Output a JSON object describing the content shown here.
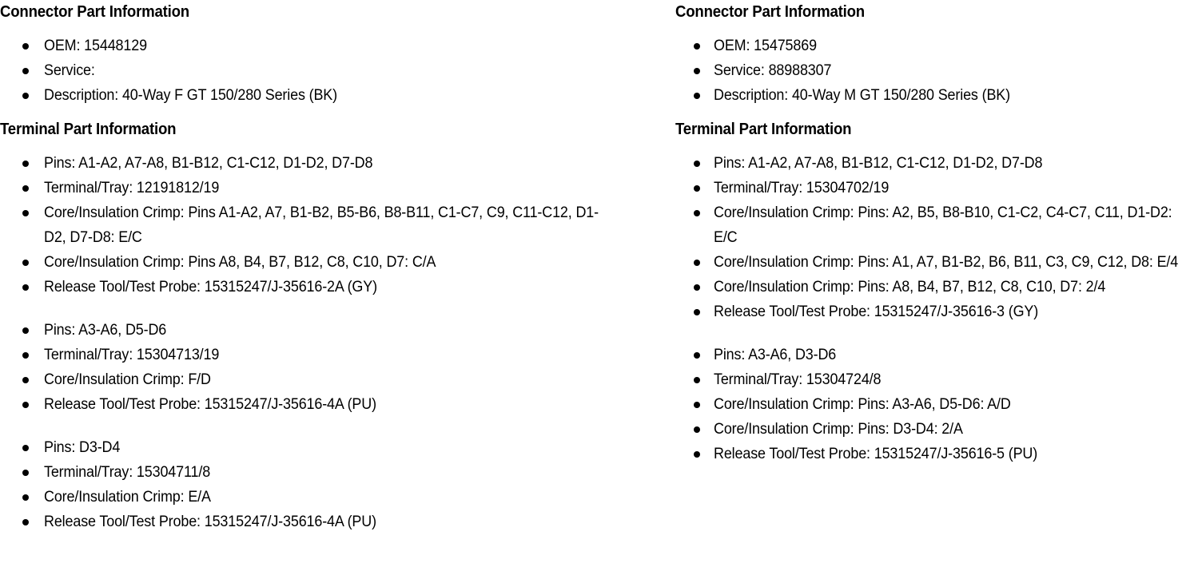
{
  "columns": [
    {
      "id": "left",
      "connector_heading": "Connector Part Information",
      "connector_items": [
        "OEM: 15448129",
        "Service:",
        "Description: 40-Way F GT 150/280 Series (BK)"
      ],
      "terminal_heading": "Terminal Part Information",
      "terminal_groups": [
        {
          "items": [
            "Pins: A1-A2, A7-A8, B1-B12, C1-C12, D1-D2, D7-D8",
            "Terminal/Tray: 12191812/19",
            "Core/Insulation Crimp: Pins A1-A2, A7, B1-B2, B5-B6, B8-B11, C1-C7, C9, C11-C12, D1-D2, D7-D8: E/C",
            "Core/Insulation Crimp: Pins A8, B4, B7, B12, C8, C10, D7: C/A",
            "Release Tool/Test Probe: 15315247/J-35616-2A (GY)"
          ]
        },
        {
          "items": [
            "Pins: A3-A6, D5-D6",
            "Terminal/Tray: 15304713/19",
            "Core/Insulation Crimp: F/D",
            "Release Tool/Test Probe: 15315247/J-35616-4A (PU)"
          ]
        },
        {
          "items": [
            "Pins: D3-D4",
            "Terminal/Tray: 15304711/8",
            "Core/Insulation Crimp: E/A",
            "Release Tool/Test Probe: 15315247/J-35616-4A (PU)"
          ]
        }
      ]
    },
    {
      "id": "right",
      "connector_heading": "Connector Part Information",
      "connector_items": [
        "OEM: 15475869",
        "Service: 88988307",
        "Description: 40-Way M GT 150/280 Series (BK)"
      ],
      "terminal_heading": "Terminal Part Information",
      "terminal_groups": [
        {
          "items": [
            "Pins: A1-A2, A7-A8, B1-B12, C1-C12, D1-D2, D7-D8",
            "Terminal/Tray: 15304702/19",
            "Core/Insulation Crimp: Pins: A2, B5, B8-B10, C1-C2, C4-C7, C11, D1-D2: E/C",
            "Core/Insulation Crimp: Pins: A1, A7, B1-B2, B6, B11, C3, C9, C12, D8: E/4",
            "Core/Insulation Crimp: Pins: A8, B4, B7, B12, C8, C10, D7: 2/4",
            "Release Tool/Test Probe: 15315247/J-35616-3 (GY)"
          ]
        },
        {
          "items": [
            "Pins: A3-A6, D3-D6",
            "Terminal/Tray: 15304724/8",
            "Core/Insulation Crimp: Pins: A3-A6, D5-D6: A/D",
            "Core/Insulation Crimp: Pins: D3-D4: 2/A",
            "Release Tool/Test Probe: 15315247/J-35616-5 (PU)"
          ]
        }
      ]
    }
  ],
  "colors": {
    "text": "#000000",
    "background": "#ffffff"
  }
}
